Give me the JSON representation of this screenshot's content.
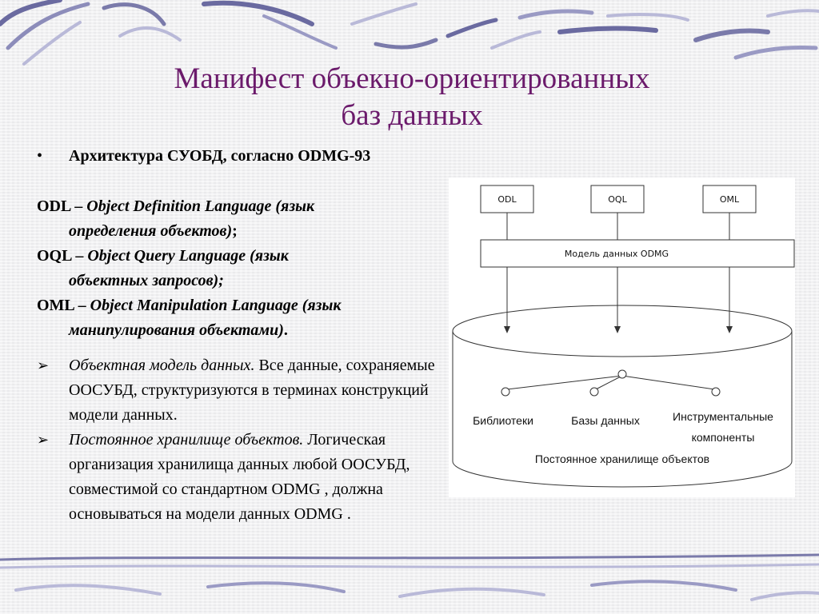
{
  "slide": {
    "title_line1": "Манифест объекно-ориентированных",
    "title_line2": "баз данных",
    "bullet_mark": "•",
    "bullet_text": "Архитектура СУОБД, согласно ODMG-93",
    "definitions": [
      {
        "abbr": "ODL",
        "dash": " – ",
        "phrase_a": "Object Definition Language (язык",
        "phrase_b": "определения объектов)",
        "end": ";"
      },
      {
        "abbr": "OQL",
        "dash": " – ",
        "phrase_a": "Object Query Language (язык",
        "phrase_b": "объектных запросов);",
        "end": ""
      },
      {
        "abbr": "OML",
        "dash": " – ",
        "phrase_a": "Object Manipulation Language (язык",
        "phrase_b": "манипулирования объектами)",
        "end": "."
      }
    ],
    "arrow_mark": "➢",
    "arrow_items": [
      {
        "emph": "Объектная модель данных.",
        "rest": " Все данные, сохраняемые ООСУБД, структуризуются в терминах конструкций модели данных."
      },
      {
        "emph": "Постоянное хранилище объектов.",
        "rest": " Логическая организация хранилища данных любой ООСУБД, совместимой со стандартном ODMG , должна основываться на модели данных ODMG ."
      }
    ]
  },
  "diagram": {
    "lang_boxes": [
      "ODL",
      "OQL",
      "OML"
    ],
    "model_label": "Модель данных ODMG",
    "components": [
      "Библиотеки",
      "Базы данных",
      "Инструментальные",
      "компоненты"
    ],
    "storage_label": "Постоянное хранилище объектов"
  },
  "colors": {
    "title": "#6b1a6b",
    "swirl_dark": "#6a6aa0",
    "swirl_light": "#b9b9d8"
  }
}
